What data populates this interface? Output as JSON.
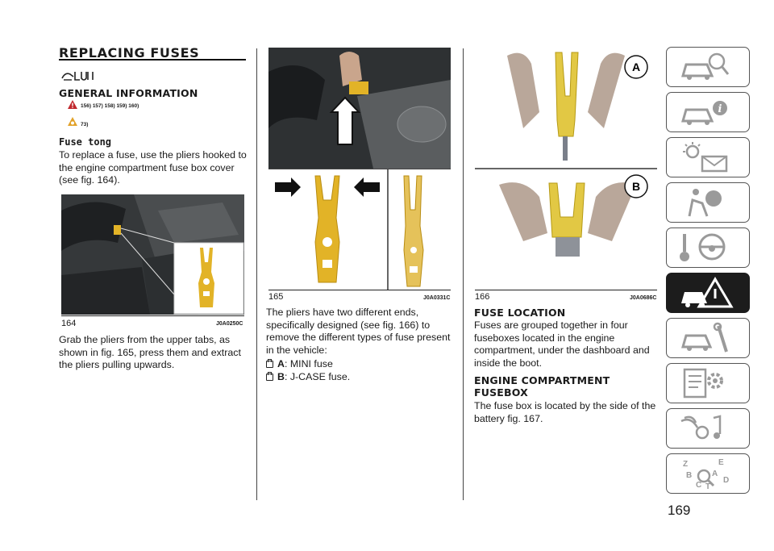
{
  "page_title": "REPLACING FUSES",
  "general_info": {
    "heading": "GENERAL INFORMATION",
    "warning_refs": "156) 157) 158) 159) 160)",
    "caution_refs": "73)"
  },
  "fuse_tong": {
    "heading": "Fuse tong",
    "text": "To replace a fuse, use the pliers hooked to the engine compartment fuse box cover (see fig. 164)."
  },
  "fig164": {
    "number": "164",
    "code": "J0A0250C"
  },
  "grab_text": "Grab the pliers from the upper tabs, as shown in fig. 165, press them and extract the pliers pulling upwards.",
  "fig165": {
    "number": "165",
    "code": "J0A0331C"
  },
  "pliers_text": "The pliers have two different ends, specifically designed (see fig. 166) to remove the different types of fuse present in the vehicle:",
  "bullets": [
    {
      "key": "A",
      "text": ": MINI fuse"
    },
    {
      "key": "B",
      "text": ": J-CASE fuse."
    }
  ],
  "fig166": {
    "number": "166",
    "code": "J0A0686C",
    "label_a": "A",
    "label_b": "B"
  },
  "fuse_location": {
    "heading": "FUSE LOCATION",
    "text": "Fuses are grouped together in four fuseboxes located in the engine compartment, under the dashboard and inside the boot."
  },
  "engine_fusebox": {
    "heading_line1": "ENGINE COMPARTMENT",
    "heading_line2": "FUSEBOX",
    "text": "The fuse box is located by the side of the battery fig. 167."
  },
  "side_tabs": [
    {
      "icon": "car-steering-icon"
    },
    {
      "icon": "car-info-icon"
    },
    {
      "icon": "light-mail-icon"
    },
    {
      "icon": "airbag-icon"
    },
    {
      "icon": "steering-wheel-icon"
    },
    {
      "icon": "car-warning-icon",
      "active": true
    },
    {
      "icon": "car-wrench-icon"
    },
    {
      "icon": "specs-gear-icon"
    },
    {
      "icon": "media-music-icon"
    },
    {
      "icon": "index-search-icon"
    }
  ],
  "page_number": "169",
  "colors": {
    "pliers_yellow": "#e2b327",
    "tab_active": "#1c1c1c"
  }
}
